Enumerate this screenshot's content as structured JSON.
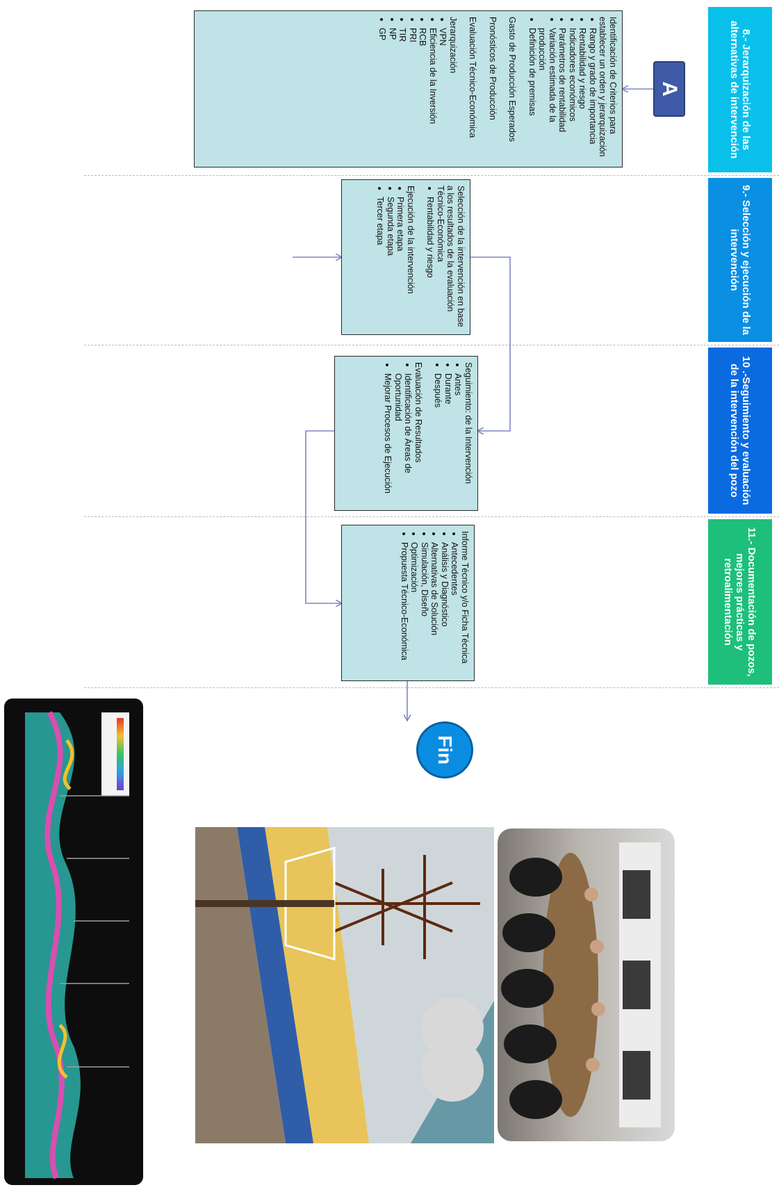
{
  "phases": [
    {
      "label": "8.- Jerarquización de las alternativas de intervención",
      "color": "#09c0ea"
    },
    {
      "label": "9.- Selección y ejecución de la intervención",
      "color": "#0b8fe3"
    },
    {
      "label": "10 .-Seguimiento y evaluación de la intervención del pozo",
      "color": "#0a6be0"
    },
    {
      "label": "11.- Documentación de pozos, mejores prácticas y retroalimentación",
      "color": "#1dbf7a"
    }
  ],
  "badge": {
    "label": "A"
  },
  "box8": {
    "intro": "Identificación de Criterios para establecer un orden y jerarquización",
    "items": [
      "Rango y grado de importancia",
      "Rentabilidad y riesgo",
      "Indicadores económicos",
      "Parámetros de rentabilidad",
      "Variación estimada de la producción",
      "Definición de premisas"
    ],
    "s1": "Gasto de Producción Esperados",
    "s2": "Pronósticos de Producción",
    "s3": "Evaluación Técnico-Económica",
    "s4": "Jerarquización",
    "metrics": [
      "VPN",
      "Eficiencia de la Inversión",
      "RCB",
      "PRI",
      "TIR",
      "NP",
      "GP"
    ]
  },
  "box9": {
    "intro": "Selección de la intervención en base a los resultados de la evaluación Técnico-Económica",
    "bullet": "Rentabilidad y riesgo",
    "exec": "Ejecución de la intervención",
    "stages": [
      "Primera etapa",
      "Segunda etapa",
      "Tercer etapa"
    ]
  },
  "box10": {
    "intro": "Seguimiento: de la Intervención",
    "timing": [
      "Antes",
      "Durante",
      "Después"
    ],
    "eval": "Evaluación de Resultados",
    "items": [
      "Identificación de Áreas de Oportunidad",
      "Mejorar Procesos de Ejecución"
    ]
  },
  "box11": {
    "intro": "Informe Técnico y/o Ficha Técnica",
    "items": [
      "Antecedentes",
      "Análisis y Diagnóstico",
      "Alternativas de Solución",
      "Simulación, Diseño",
      "Optimización",
      "Propuesta Técnico-Económica"
    ]
  },
  "end": {
    "label": "Fin"
  },
  "colors": {
    "box_fill": "#bfe3e6",
    "arrow": "#7f86c4"
  }
}
